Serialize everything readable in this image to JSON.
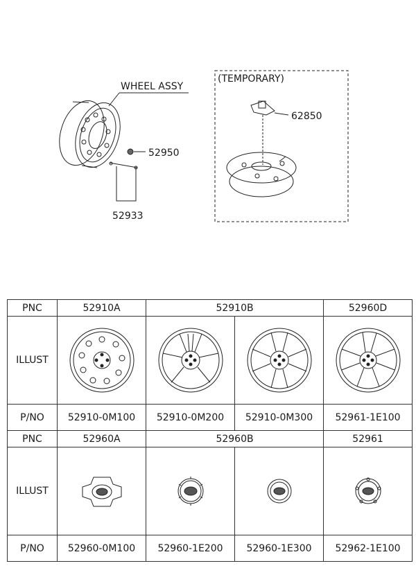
{
  "diagram": {
    "wheel_assy_label": "WHEEL ASSY",
    "temporary_label": "(TEMPORARY)",
    "callouts": [
      "52950",
      "52933",
      "62850"
    ]
  },
  "table": {
    "row_labels": {
      "pnc": "PNC",
      "illust": "ILLUST",
      "pno": "P/NO"
    },
    "section1": {
      "pnc": [
        "52910A",
        "52910B",
        "52960D"
      ],
      "pno": [
        "52910-0M100",
        "52910-0M200",
        "52910-0M300",
        "52961-1E100"
      ]
    },
    "section2": {
      "pnc": [
        "52960A",
        "52960B",
        "52961"
      ],
      "pno": [
        "52960-0M100",
        "52960-1E200",
        "52960-1E300",
        "52962-1E100"
      ]
    }
  }
}
